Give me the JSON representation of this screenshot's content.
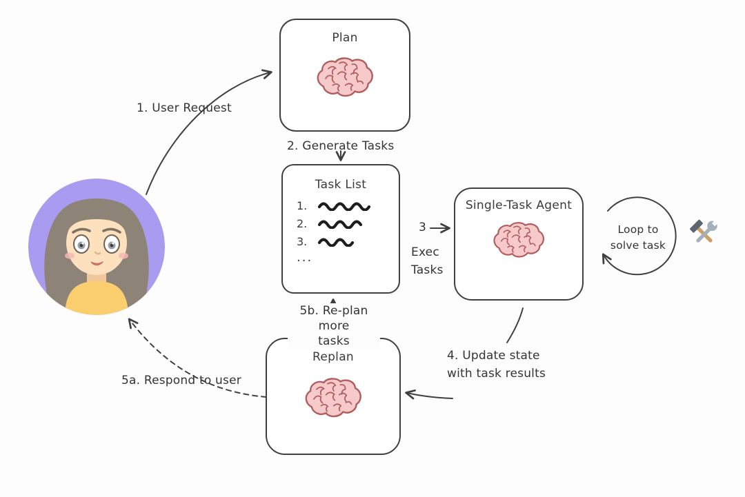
{
  "diagram": {
    "boxes": {
      "plan": {
        "title": "Plan"
      },
      "task_list": {
        "title": "Task List",
        "item_numbers": [
          "1.",
          "2.",
          "3."
        ],
        "ellipsis": "..."
      },
      "agent": {
        "title_line1": "Single-Task",
        "title_line2": "Agent"
      },
      "replan": {
        "title": "Replan"
      }
    },
    "labels": {
      "user_request": "1. User Request",
      "generate_tasks": "2. Generate Tasks",
      "exec_number": "3",
      "exec_line1": "Exec",
      "exec_line2": "Tasks",
      "update_line1": "4. Update state",
      "update_line2": "with task results",
      "replan_more_line1": "5b. Re-plan more",
      "replan_more_line2": "tasks",
      "respond_to_user": "5a. Respond to user",
      "loop_line1": "Loop to",
      "loop_line2": "solve task"
    },
    "colors": {
      "stroke": "#3f3f3f",
      "brain_fill": "#f6caca",
      "brain_outline": "#b25d5d",
      "avatar_background": "#a89bf0",
      "avatar_hair": "#8d8376",
      "avatar_skin": "#fde0bd",
      "avatar_shirt": "#fbcf6f",
      "canvas_background": "#fdfdfd"
    }
  }
}
